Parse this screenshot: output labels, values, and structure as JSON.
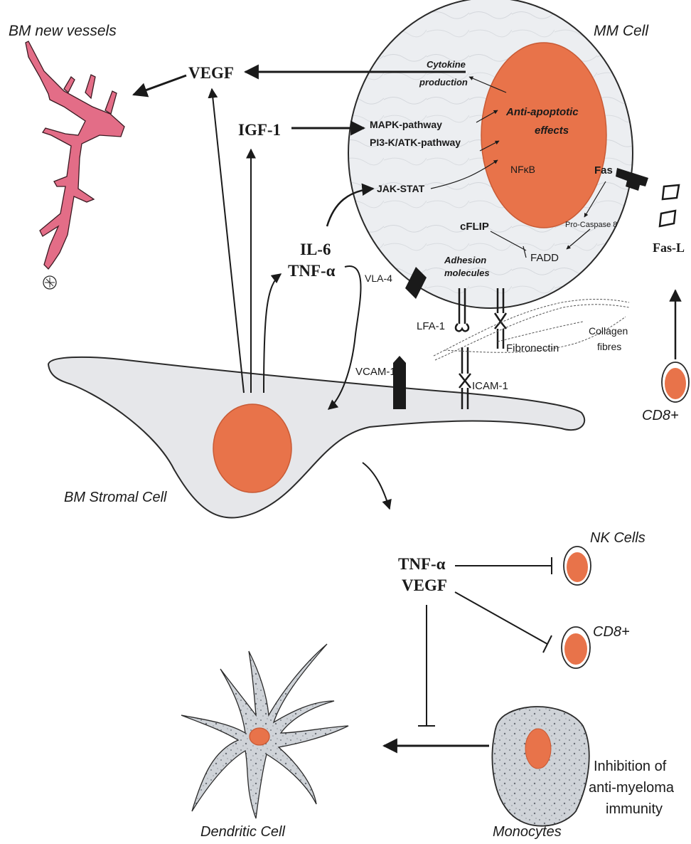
{
  "labels": {
    "bm_new_vessels": "BM new vessels",
    "mm_cell": "MM Cell",
    "vegf_top": "VEGF",
    "igf1": "IGF-1",
    "il6": "IL-6",
    "tnfa_top": "TNF-α",
    "cytokine_production_1": "Cytokine",
    "cytokine_production_2": "production",
    "anti_apoptotic_1": "Anti-apoptotic",
    "anti_apoptotic_2": "effects",
    "mapk": "MAPK-pathway",
    "pi3k": "PI3-K/ATK-pathway",
    "jak_stat": "JAK-STAT",
    "nfkb": "NFκB",
    "fas": "Fas",
    "fas_l": "Fas-L",
    "pro_caspase": "Pro-Caspase 8",
    "cflip": "cFLIP",
    "fadd": "FADD",
    "adhesion_1": "Adhesion",
    "adhesion_2": "molecules",
    "vla4": "VLA-4",
    "lfa1": "LFA-1",
    "fibronectin": "Fibronectin",
    "collagen_1": "Collagen",
    "collagen_2": "fibres",
    "vcam": "VCAM-1",
    "icam": "ICAM-1",
    "cd8_top": "CD8+",
    "bm_stromal_cell": "BM Stromal Cell",
    "tnfa_bottom": "TNF-α",
    "vegf_bottom": "VEGF",
    "nk_cells": "NK Cells",
    "cd8_bottom": "CD8+",
    "inhibition_1": "Inhibition of",
    "inhibition_2": "anti-myeloma",
    "inhibition_3": "immunity",
    "dendritic_cell": "Dendritic Cell",
    "monocytes": "Monocytes"
  },
  "colors": {
    "nucleus": "#e8734a",
    "nucleus_edge": "#c85a35",
    "cell_fill": "#e6e7ea",
    "mm_cell_fill": "#eceef1",
    "vessel": "#e36d87",
    "outline": "#2a2a2a",
    "monocyte_fill": "#c9cdd2"
  }
}
